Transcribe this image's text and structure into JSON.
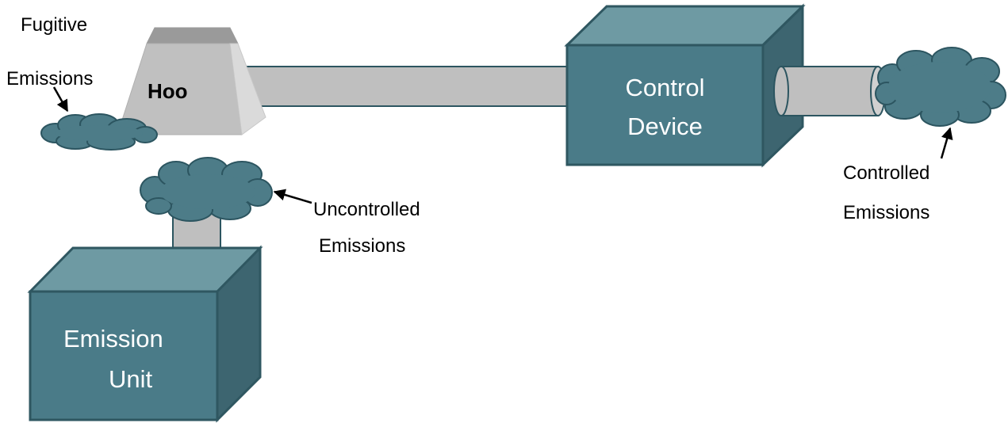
{
  "labels": {
    "fugitive_line1": "Fugitive",
    "fugitive_line2": "Emissions",
    "hood": "Hoo",
    "control_device_line1": "Control",
    "control_device_line2": "Device",
    "emission_unit_line1": "Emission",
    "emission_unit_line2": "Unit",
    "uncontrolled_line1": "Uncontrolled",
    "uncontrolled_line2": "Emissions",
    "controlled_line1": "Controlled",
    "controlled_line2": "Emissions"
  },
  "colors": {
    "box_front": "#4a7b88",
    "box_top": "#6e9aa3",
    "box_side": "#3d6570",
    "box_outline": "#2f5761",
    "cloud_fill": "#4d7c88",
    "cloud_outline": "#2c5560",
    "duct_fill": "#bfbfbf",
    "duct_outline": "#2c5560",
    "hood_front": "#c0c0c0",
    "hood_top": "#9a9a9a",
    "hood_side": "#d9d9d9",
    "arrow": "#000000"
  }
}
